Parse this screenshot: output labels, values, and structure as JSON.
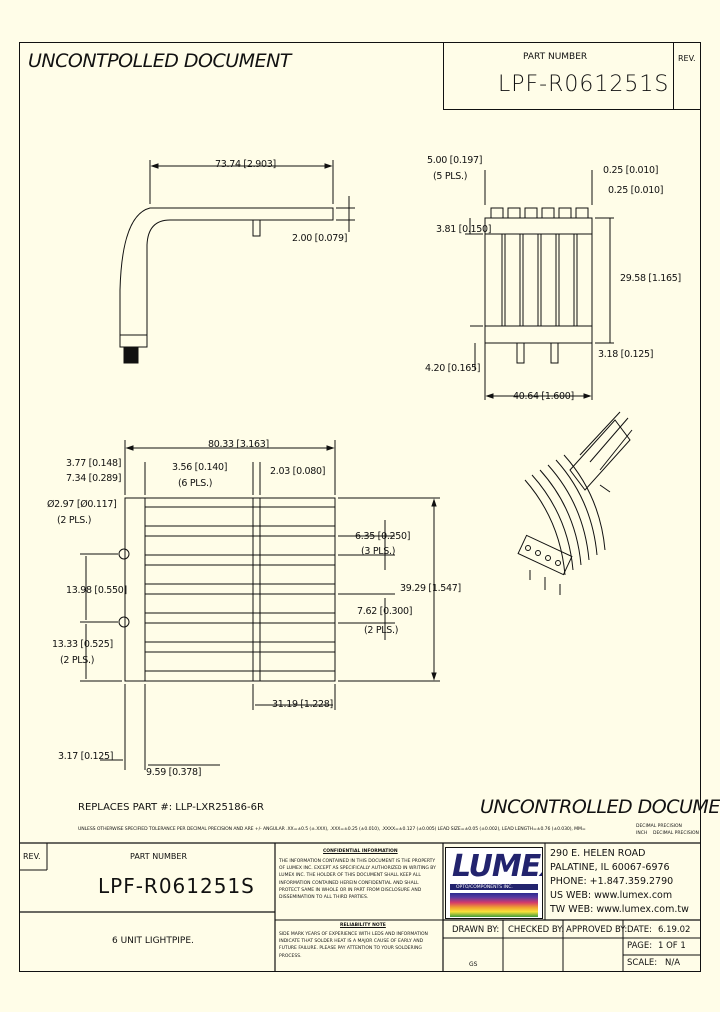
{
  "header": {
    "stamp": "UNCONTPOLLED DOCUMENT",
    "part_number_label": "PART NUMBER",
    "part_number": "LPF-R061251S",
    "rev_label": "REV."
  },
  "top_side_view": {
    "dim_length": "73.74 [2.903]",
    "dim_pin": "2.00 [0.079]"
  },
  "top_front_view": {
    "dim_pitch": "5.00 [0.197]",
    "dim_pitch_note": "(5 PLS.)",
    "dim_gap_a": "0.25 [0.010]",
    "dim_gap_b": "0.25 [0.010]",
    "dim_cap": "3.81 [0.150]",
    "dim_height": "29.58 [1.165]",
    "dim_base": "4.20 [0.165]",
    "dim_pin": "3.18 [0.125]",
    "dim_width": "40.64 [1.600]"
  },
  "plan_view": {
    "dim_overall": "80.33 [3.163]",
    "dim_a": "3.77 [0.148]",
    "dim_b": "7.34 [0.289]",
    "dim_c": "3.56 [0.140]",
    "dim_c_note": "(6 PLS.)",
    "dim_d": "2.03 [0.080]",
    "dim_hole": "Ø2.97 [Ø0.117]",
    "dim_hole_note": "(2 PLS.)",
    "dim_e": "6.35 [0.250]",
    "dim_e_note": "(3 PLS.)",
    "dim_f": "13.98 [0.550]",
    "dim_g": "39.29 [1.547]",
    "dim_h": "7.62 [0.300]",
    "dim_h_note": "(2 PLS.)",
    "dim_i": "13.33 [0.525]",
    "dim_i_note": "(2 PLS.)",
    "dim_j": "31.19 [1.228]",
    "dim_k": "3.17 [0.125]",
    "dim_l": "9.59 [0.378]"
  },
  "replaces": "REPLACES PART #: LLP-LXR25186-6R",
  "stamp_bottom": "UNCONTROLLED DOCUMENT",
  "tolerance_note": "UNLESS OTHERWISE SPECIFIED TOLERANCE PER DECIMAL PRECISION AND ARE +/- ANGULAR .XX=±0.5 (±.XXX), .XXX=±0.25 (±0.010), .XXXX=±0.127 (±0.005)  LEAD SIZE=±0.05 (±0.002), LEAD LENGTH=±0.76 (±0.030), MM=",
  "tolerance_note_b": "DECIMAL PRECISION",
  "tolerance_note_c": "INCH",
  "tolerance_note_d": "DECIMAL PRECISION",
  "title_block": {
    "rev_label": "REV.",
    "part_number_label": "PART NUMBER",
    "part_number": "LPF-R061251S",
    "description": "6 UNIT LIGHTPIPE.",
    "confidential_title": "CONFIDENTIAL INFORMATION",
    "confidential_text": "THE INFORMATION CONTAINED IN THIS DOCUMENT IS THE PROPERTY OF LUMEX INC. EXCEPT AS SPECIFICALLY AUTHORIZED IN WRITING BY LUMEX INC. THE HOLDER OF THIS DOCUMENT SHALL KEEP ALL INFORMATION CONTAINED HEREIN CONFIDENTIAL AND SHALL PROTECT SAME IN WHOLE OR IN PART FROM DISCLOSURE AND DISSEMINATION TO ALL THIRD PARTIES.",
    "reliability_title": "RELIABILITY NOTE",
    "reliability_text": "SIDE MARK YEARS OF EXPERIENCE WITH LEDS AND INFORMATION INDICATE THAT SOLDER HEAT IS A MAJOR CAUSE OF EARLY AND FUTURE FAILURE. PLEASE PAY ATTENTION TO YOUR SOLDERING PROCESS.",
    "logo_text": "LUMEX",
    "logo_sub": "OPTO/COMPONENTS INC.",
    "address_1": "290 E. HELEN ROAD",
    "address_2": "PALATINE, IL 60067-6976",
    "phone": "PHONE: +1.847.359.2790",
    "us_web": "US WEB: www.lumex.com",
    "tw_web": "TW WEB: www.lumex.com.tw",
    "drawn_by_label": "DRAWN BY:",
    "drawn_by": "GS",
    "checked_by_label": "CHECKED BY:",
    "approved_by_label": "APPROVED BY:",
    "date_label": "DATE:",
    "date": "6.19.02",
    "page_label": "PAGE:",
    "page": "1 OF 1",
    "scale_label": "SCALE:",
    "scale": "N/A"
  }
}
